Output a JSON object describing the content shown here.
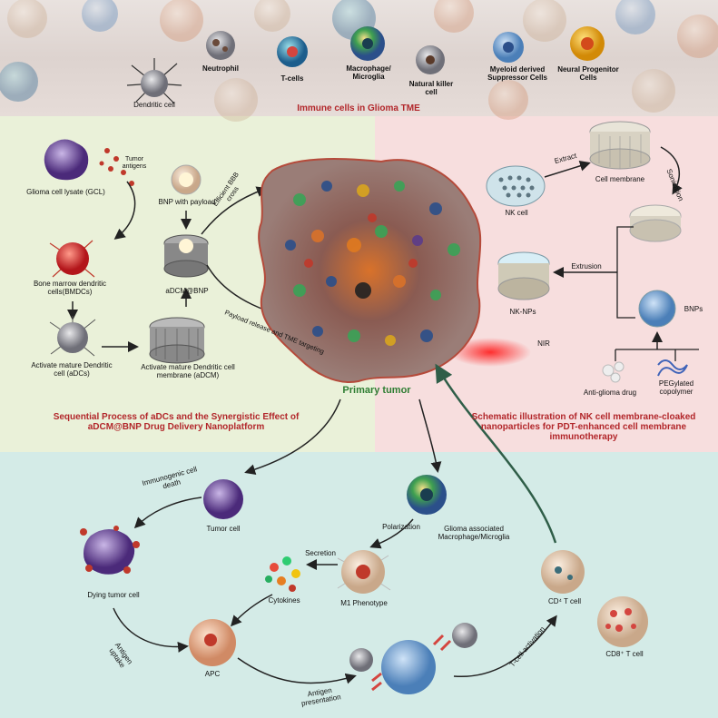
{
  "top_panel": {
    "title": "Immune cells  in Glioma TME",
    "cells": [
      "Dendritic cell",
      "Neutrophil",
      "T-cells",
      "Macrophage/ Microglia",
      "Natural killer cell",
      "Myeloid derived Suppressor Cells",
      "Neural Progenitor Cells"
    ]
  },
  "left_panel": {
    "title": "Sequential Process of aDCs and the Synergistic Effect of aDCM@BNP Drug Delivery Nanoplatform",
    "labels": {
      "gcl": "Glioma cell lysate (GCL)",
      "tumor_antigens": "Tumor antigens",
      "bnp_payload": "BNP with payload",
      "bmdcs": "Bone marrow dendritic cells(BMDCs)",
      "adcm_bnp": "aDCM@BNP",
      "adcs": "Activate mature Dendritic cell (aDCs)",
      "adcm": "Activate mature Dendritic cell membrane (aDCM)",
      "bbb": "Efficient BBB cross",
      "payload": "Payload release and TME targeting"
    }
  },
  "center": {
    "primary_tumor": "Primary tumor"
  },
  "right_panel": {
    "title": "Schematic illustration of NK cell membrane-cloaked nanoparticles for PDT-enhanced cell membrane immunotherapy",
    "labels": {
      "nk_cell": "NK cell",
      "extract": "Extract",
      "cell_membrane": "Cell membrane",
      "sonication": "Sonication",
      "extrusion": "Extrusion",
      "nk_nps": "NK-NPs",
      "bnps": "BNPs",
      "nir": "NIR",
      "anti_glioma": "Anti-glioma drug",
      "peg": "PEGylated copolymer"
    }
  },
  "bottom_panel": {
    "labels": {
      "icd": "Immunogenic cell death",
      "tumor_cell": "Tumor cell",
      "gam": "Glioma associated Macrophage/Microglia",
      "polarization": "Polarization",
      "dying": "Dying tumor cell",
      "secretion": "Secretion",
      "cytokines": "Cytokines",
      "m1": "M1 Phenotype",
      "cd4": "CD⁴ T cell",
      "cd8": "CD8⁺ T cell",
      "antigen_uptake": "Antigen uptake",
      "apc": "APC",
      "antigen_presentation": "Antigen presentation",
      "tcell_activation": "T-cell activation"
    }
  },
  "colors": {
    "title_red": "#b2262a",
    "left_bg": "#eaf1d9",
    "right_bg": "#f7dede",
    "bottom_bg": "#d4ebe7",
    "tumor_green": "#2e7d32"
  }
}
